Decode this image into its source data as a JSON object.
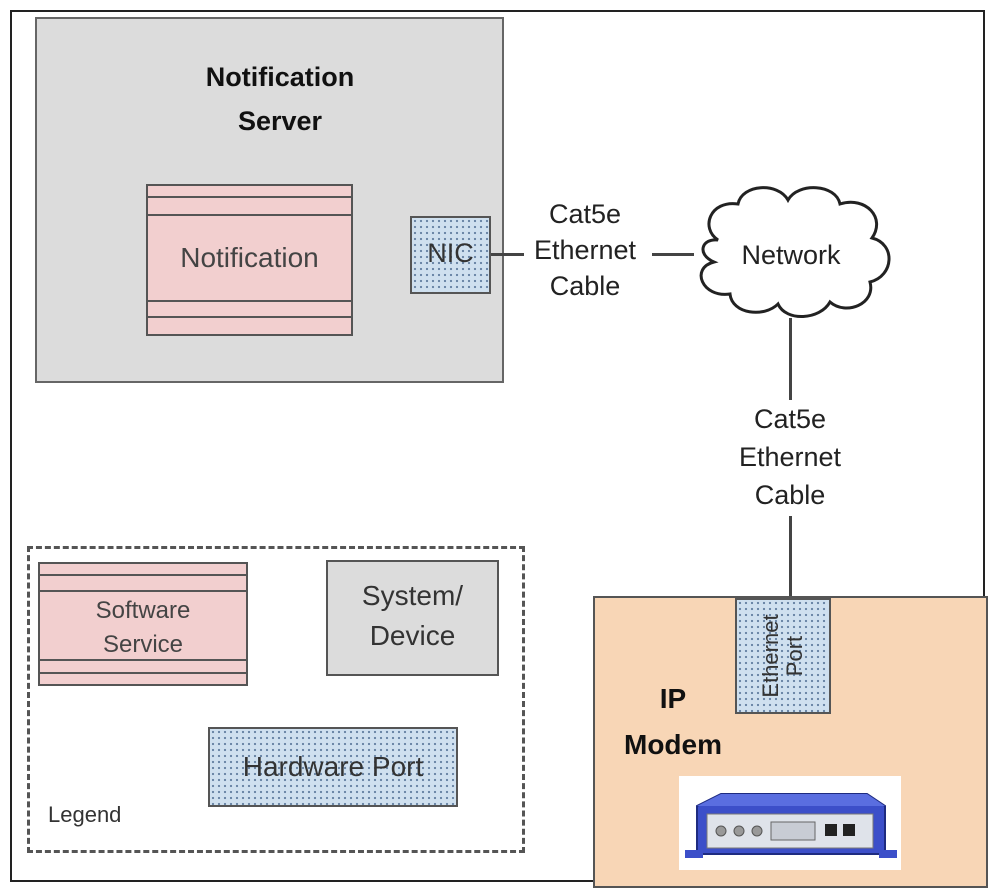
{
  "server": {
    "title_line1": "Notification",
    "title_line2": "Server",
    "service_label": "Notification"
  },
  "nic": {
    "label": "NIC"
  },
  "cable1": {
    "line1": "Cat5e",
    "line2": "Ethernet",
    "line3": "Cable"
  },
  "network": {
    "label": "Network"
  },
  "cable2": {
    "line1": "Cat5e",
    "line2": "Ethernet",
    "line3": "Cable"
  },
  "modem": {
    "title_line1": "IP",
    "title_line2": "Modem",
    "port_line1": "Ethernet",
    "port_line2": "Port"
  },
  "legend": {
    "title": "Legend",
    "software_line1": "Software",
    "software_line2": "Service",
    "system_line1": "System/",
    "system_line2": "Device",
    "hardware": "Hardware Port"
  },
  "colors": {
    "server_fill": "#dcdcdc",
    "service_fill": "#f2cfcf",
    "port_fill": "#cfe0ef",
    "modem_fill": "#f8d6b6",
    "device_body": "#3c4fc9"
  }
}
